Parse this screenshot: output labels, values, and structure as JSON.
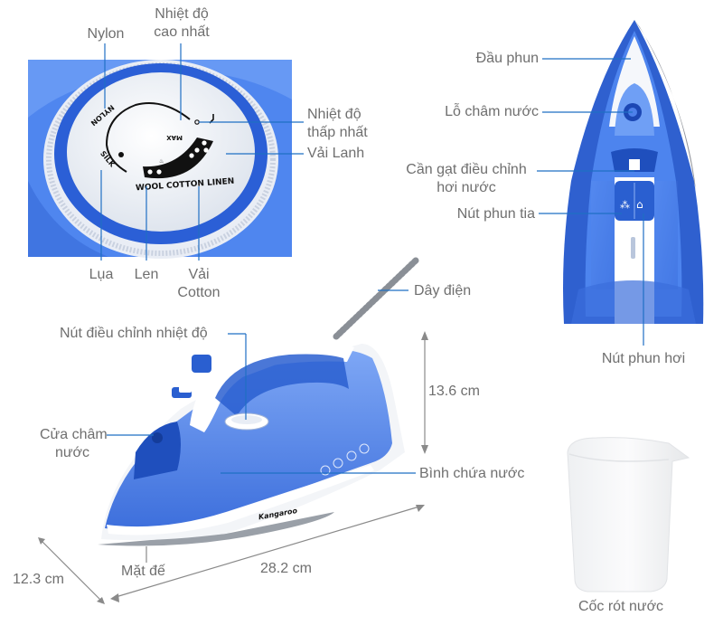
{
  "colors": {
    "leader_line": "#1f6fc4",
    "dimension_line": "#8a8a8a",
    "label_text": "#6f6f6f",
    "iron_blue": "#2a5fd0",
    "iron_light_blue": "#5b8df0",
    "iron_white": "#f4f6fa",
    "dial_face": "#eef1f6"
  },
  "dial_closeup": {
    "dial_markings": [
      "NYLON",
      "SILK",
      "WOOL",
      "COTTON",
      "LINEN",
      "MAX"
    ],
    "labels": {
      "nylon": "Nylon",
      "max_temp_line1": "Nhiệt độ",
      "max_temp_line2": "cao nhất",
      "min_temp_line1": "Nhiệt độ",
      "min_temp_line2": "thấp nhất",
      "linen": "Vải Lanh",
      "silk": "Lụa",
      "wool": "Len",
      "cotton_line1": "Vải",
      "cotton_line2": "Cotton"
    }
  },
  "top_view": {
    "labels": {
      "nozzle": "Đầu phun",
      "water_inlet": "Lỗ châm nước",
      "steam_lever_line1": "Cần gạt điều chỉnh",
      "steam_lever_line2": "hơi nước",
      "spray_button": "Nút phun tia",
      "steam_button": "Nút phun hơi"
    }
  },
  "side_view": {
    "brand": "Kangaroo",
    "labels": {
      "power_cord": "Dây điện",
      "temp_knob": "Nút điều chỉnh nhiệt độ",
      "fill_door_line1": "Cửa châm",
      "fill_door_line2": "nước",
      "water_tank": "Bình chứa nước",
      "soleplate": "Mặt đế"
    },
    "dimensions": {
      "height": "13.6 cm",
      "length": "28.2 cm",
      "width": "12.3 cm"
    }
  },
  "accessory": {
    "measuring_cup": "Cốc rót nước"
  }
}
